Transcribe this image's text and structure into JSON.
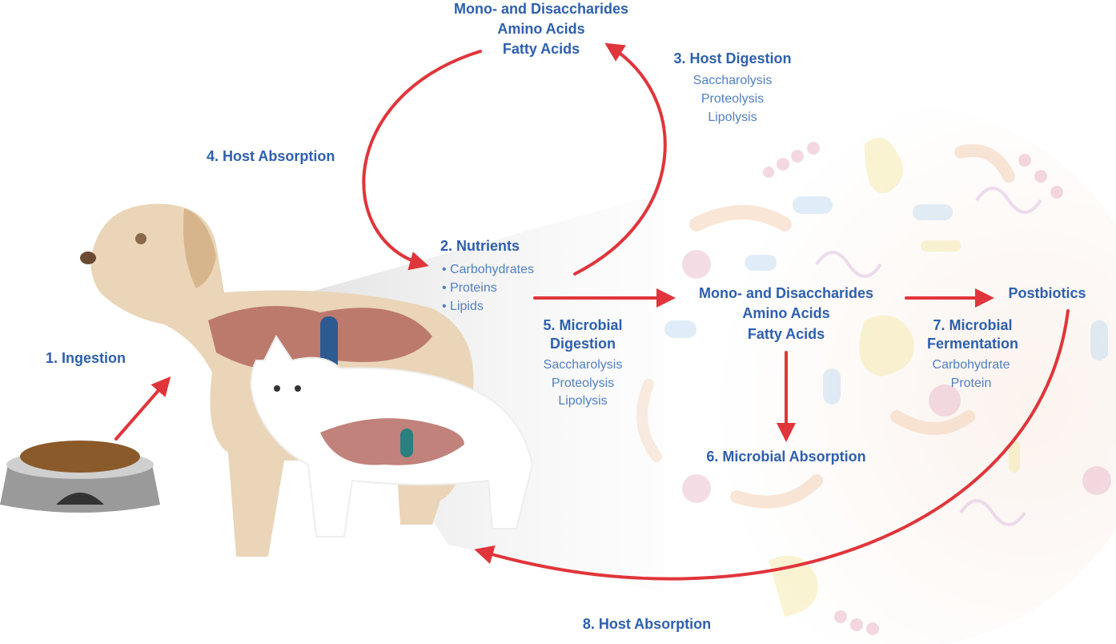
{
  "colors": {
    "text": "#2d5fae",
    "subtext": "#4f7fc4",
    "arrow": "#e0353b"
  },
  "top_products": {
    "lines": [
      "Mono- and Disaccharides",
      "Amino Acids",
      "Fatty Acids"
    ]
  },
  "host_digestion": {
    "title": "3. Host Digestion",
    "items": [
      "Saccharolysis",
      "Proteolysis",
      "Lipolysis"
    ]
  },
  "host_absorption_4": {
    "title": "4. Host Absorption"
  },
  "nutrients": {
    "title": "2. Nutrients",
    "items": [
      "• Carbohydrates",
      "• Proteins",
      "• Lipids"
    ]
  },
  "ingestion": {
    "title": "1. Ingestion"
  },
  "microbial_digestion": {
    "title_lines": [
      "5. Microbial",
      "Digestion"
    ],
    "items": [
      "Saccharolysis",
      "Proteolysis",
      "Lipolysis"
    ]
  },
  "microbial_products": {
    "lines": [
      "Mono- and Disaccharides",
      "Amino Acids",
      "Fatty Acids"
    ]
  },
  "postbiotics": {
    "title": "Postbiotics"
  },
  "microbial_fermentation": {
    "title_lines": [
      "7. Microbial",
      "Fermentation"
    ],
    "items": [
      "Carbohydrate",
      "Protein"
    ]
  },
  "microbial_absorption": {
    "title": "6. Microbial Absorption"
  },
  "host_absorption_8": {
    "title": "8. Host Absorption"
  }
}
